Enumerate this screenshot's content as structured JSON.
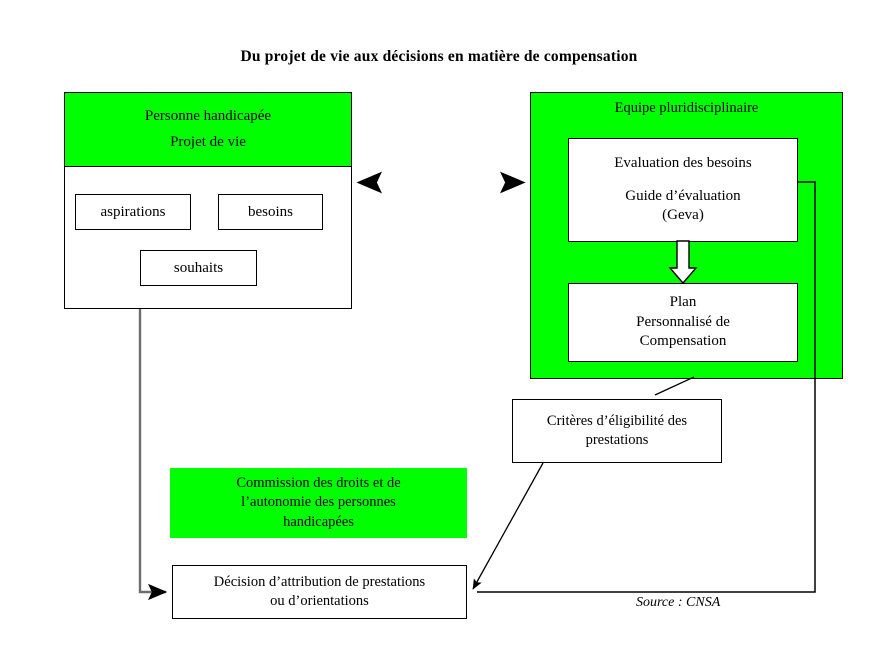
{
  "title": "Du projet de vie aux décisions en matière de compensation",
  "source": "Source : CNSA",
  "colors": {
    "green": "#00ff00",
    "outline": "#000000",
    "arrow_gray": "#808080",
    "background": "#ffffff"
  },
  "person_panel": {
    "header_line1": "Personne handicapée",
    "header_line2": "Projet de vie",
    "sub_boxes": [
      {
        "label": "aspirations"
      },
      {
        "label": "besoins"
      },
      {
        "label": "souhaits"
      }
    ]
  },
  "team_panel": {
    "title": "Equipe pluridisciplinaire",
    "evaluation": {
      "line1": "Evaluation des besoins",
      "line2": "Guide d’évaluation",
      "line3": "(Geva)"
    },
    "plan": {
      "line1": "Plan",
      "line2": "Personnalisé de",
      "line3": "Compensation"
    }
  },
  "criteria": {
    "line1": "Critères d’éligibilité des",
    "line2": "prestations"
  },
  "commission": {
    "line1": "Commission des droits et de",
    "line2": "l’autonomie des personnes",
    "line3": "handicapées"
  },
  "decision": {
    "line1": "Décision d’attribution de prestations",
    "line2": "ou d’orientations"
  },
  "connectors": [
    {
      "name": "person-team-bidirectional",
      "from": "Personne handicapée / Projet de vie",
      "to": "Equipe pluridisciplinaire",
      "style": "double-headed horizontal arrow"
    },
    {
      "name": "evaluation-to-plan",
      "from": "Evaluation des besoins",
      "to": "Plan Personnalisé de Compensation",
      "style": "hollow block arrow down"
    },
    {
      "name": "plan-to-criteria",
      "from": "Plan Personnalisé de Compensation",
      "to": "Critères d’éligibilité des prestations",
      "style": "diagonal line"
    },
    {
      "name": "criteria-to-decision",
      "from": "Critères d’éligibilité des prestations",
      "to": "Décision d’attribution de prestations ou d’orientations",
      "style": "diagonal arrow"
    },
    {
      "name": "person-to-decision",
      "from": "Personne handicapée",
      "to": "Décision d’attribution de prestations ou d’orientations",
      "style": "elbow arrow left"
    },
    {
      "name": "evaluation-to-decision",
      "from": "Evaluation des besoins",
      "to": "Décision d’attribution de prestations ou d’orientations",
      "style": "elbow arrow right"
    }
  ]
}
